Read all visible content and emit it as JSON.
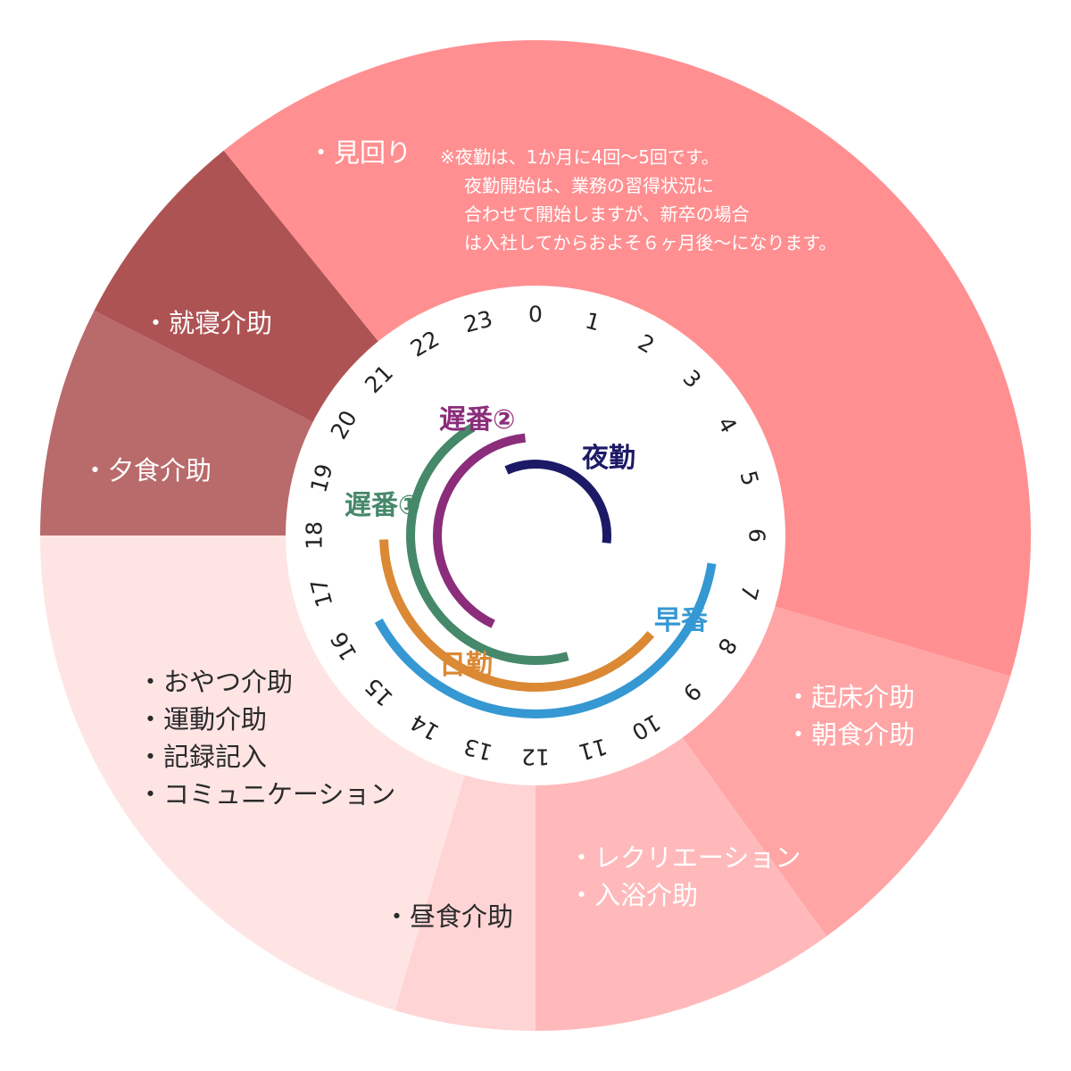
{
  "hours": [
    "0",
    "1",
    "2",
    "3",
    "4",
    "5",
    "6",
    "7",
    "8",
    "9",
    "10",
    "11",
    "12",
    "13",
    "14",
    "15",
    "16",
    "17",
    "18",
    "19",
    "20",
    "21",
    "22",
    "23"
  ],
  "segments": [
    {
      "name": "night",
      "start": 0.0,
      "end": 7.1,
      "color": "#ff8f91"
    },
    {
      "name": "morning",
      "start": 7.1,
      "end": 9.6,
      "color": "#ffa5a6"
    },
    {
      "name": "afternoon-bath",
      "start": 9.6,
      "end": 12.0,
      "color": "#ffb9ba"
    },
    {
      "name": "lunch",
      "start": 12.0,
      "end": 13.1,
      "color": "#ffd4d5"
    },
    {
      "name": "daytime",
      "start": 13.1,
      "end": 18.0,
      "color": "#ffe4e4"
    },
    {
      "name": "dinner",
      "start": 18.0,
      "end": 19.8,
      "color": "#b96a6b"
    },
    {
      "name": "bedtime",
      "start": 19.8,
      "end": 21.4,
      "color": "#ae5354"
    },
    {
      "name": "night-late",
      "start": 21.4,
      "end": 24.0,
      "color": "#ff8f91"
    }
  ],
  "shifts": [
    {
      "name": "夜勤",
      "key": "yakin",
      "color": "#1c1a66",
      "start": 22.4,
      "end": 6.4,
      "level": 0
    },
    {
      "name": "遅番②",
      "key": "osoban2",
      "color": "#8b2d7b",
      "start": 13.7,
      "end": 23.6,
      "level": 1
    },
    {
      "name": "遅番①",
      "key": "osoban1",
      "color": "#45886a",
      "start": 11.0,
      "end": 22.0,
      "level": 2
    },
    {
      "name": "日勤",
      "key": "nikkin",
      "color": "#db8935",
      "start": 8.7,
      "end": 17.9,
      "level": 3
    },
    {
      "name": "早番",
      "key": "hayaban",
      "color": "#3598d3",
      "start": 6.6,
      "end": 16.1,
      "level": 4
    }
  ],
  "labels": {
    "yakin": "夜勤",
    "osoban2": "遅番②",
    "osoban1": "遅番①",
    "nikkin": "日勤",
    "hayaban": "早番"
  },
  "tasks": {
    "mimawari": "・見回り",
    "shushin": "・就寝介助",
    "yushoku": "・夕食介助",
    "afternoon": [
      "・おやつ介助",
      "・運動介助",
      "・記録記入",
      "・コミュニケーション"
    ],
    "chushoku": "・昼食介助",
    "recreation": [
      "・レクリエーション",
      "・入浴介助"
    ],
    "morning": [
      "・起床介助",
      "・朝食介助"
    ]
  },
  "note": [
    "※夜勤は、1か月に4回〜5回です。",
    "夜勤開始は、業務の習得状況に",
    "合わせて開始しますが、新卒の場合",
    "は入社してからおよそ６ヶ月後〜になります。"
  ]
}
